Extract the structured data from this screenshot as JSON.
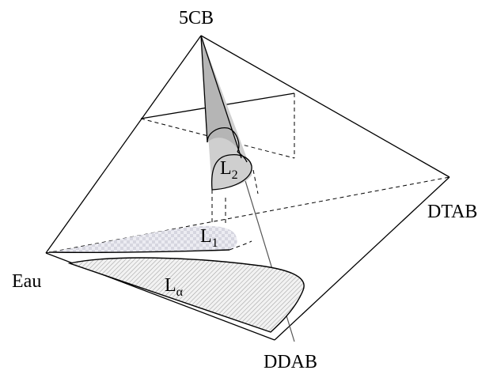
{
  "vertices": {
    "top": "5CB",
    "right": "DTAB",
    "left": "Eau",
    "bottom": "DDAB"
  },
  "phase_regions": [
    {
      "name": "L",
      "subscript": "2"
    },
    {
      "name": "L",
      "subscript": "1"
    },
    {
      "name": "L",
      "subscript": "α"
    }
  ],
  "colors": {
    "line": "#000000",
    "region_l2_fill": "#cfcfcf",
    "region_l1_fill": "#e6e6ee",
    "region_la_fill": "#e9e9e9"
  }
}
